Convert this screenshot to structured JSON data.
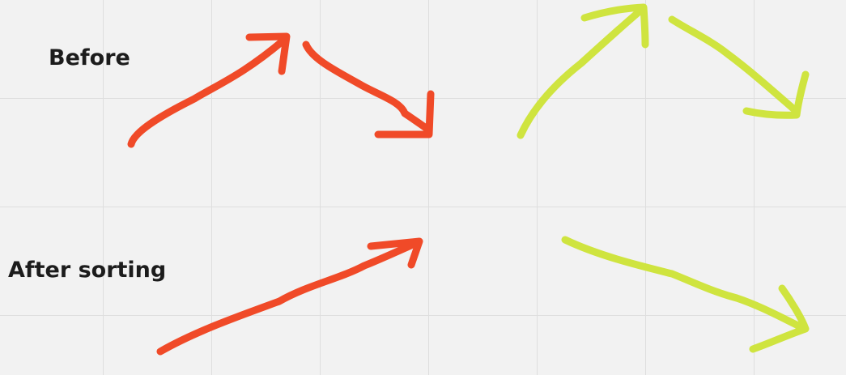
{
  "labels": {
    "before": "Before",
    "after": "After sorting"
  },
  "colors": {
    "background": "#f2f2f2",
    "grid": "#dedede",
    "text": "#1c1c1c",
    "red_stroke": "#f04a28",
    "green_stroke": "#cfe43f"
  },
  "drawings": [
    {
      "row": "before",
      "color": "red_stroke",
      "direction": "up"
    },
    {
      "row": "before",
      "color": "red_stroke",
      "direction": "down"
    },
    {
      "row": "before",
      "color": "green_stroke",
      "direction": "up"
    },
    {
      "row": "before",
      "color": "green_stroke",
      "direction": "down"
    },
    {
      "row": "after",
      "color": "red_stroke",
      "direction": "up"
    },
    {
      "row": "after",
      "color": "green_stroke",
      "direction": "down"
    }
  ]
}
